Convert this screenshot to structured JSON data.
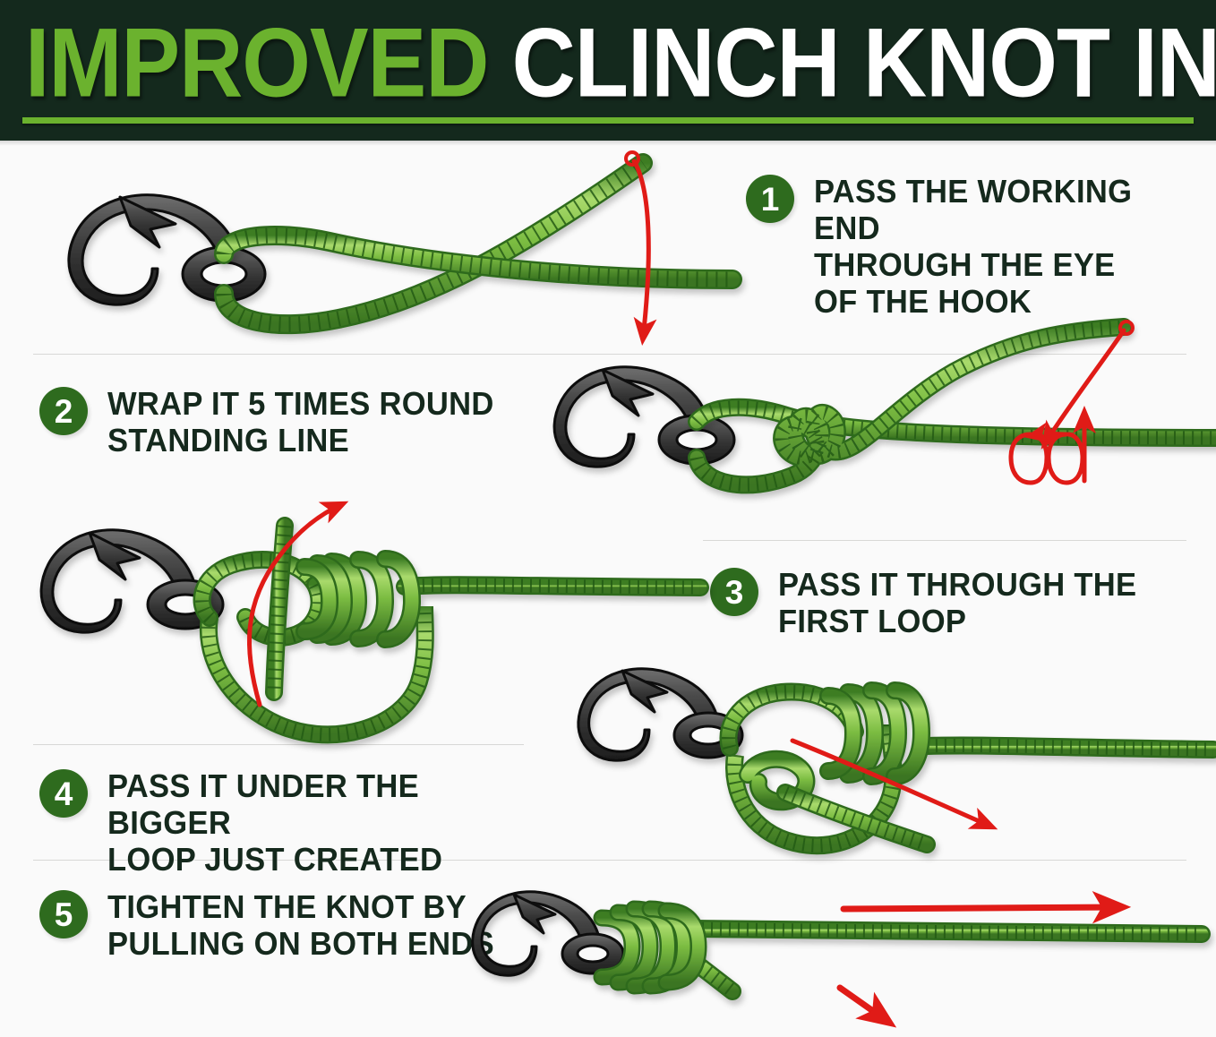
{
  "header": {
    "title_highlight": "IMPROVED",
    "title_rest": "CLINCH KNOT INSTRUCTIONS",
    "background_color": "#14291d",
    "accent_color": "#6bb22e"
  },
  "page": {
    "background_color": "#fafafa",
    "divider_color": "#d8d8d6",
    "text_color": "#15291d",
    "badge_color": "#2e6b1e",
    "line_color_mid": "#6aab3a",
    "line_color_dark": "#2f6b1f",
    "line_color_light": "#a8d96a",
    "hook_color_dark": "#2b2b2b",
    "hook_color_light": "#6d6d6d",
    "arrow_color": "#e01b17"
  },
  "steps": [
    {
      "number": "1",
      "text": "PASS THE WORKING END\nTHROUGH THE EYE\nOF THE HOOK",
      "illustration": "hook-with-line-through-eye",
      "arrows": [
        "curved-down-arrow"
      ]
    },
    {
      "number": "2",
      "text": "WRAP IT 5 TIMES ROUND\nSTANDING LINE",
      "illustration": "hook-with-five-wraps",
      "arrows": [
        "curved-down-arrow",
        "coil-wrap-arrows",
        "curved-up-arrow"
      ]
    },
    {
      "number": "3",
      "text": "PASS IT THROUGH THE\nFIRST LOOP",
      "illustration": "knot-through-first-loop",
      "arrows": [
        "straight-right-arrow"
      ]
    },
    {
      "number": "4",
      "text": "PASS IT UNDER THE BIGGER\nLOOP JUST CREATED",
      "illustration": "knot-under-bigger-loop",
      "arrows": [
        "straight-right-arrow"
      ]
    },
    {
      "number": "5",
      "text": "TIGHTEN THE KNOT BY\nPULLING ON BOTH ENDS",
      "illustration": "tightened-finished-knot",
      "arrows": [
        "straight-right-arrow",
        "diagonal-down-right-arrow"
      ]
    }
  ]
}
